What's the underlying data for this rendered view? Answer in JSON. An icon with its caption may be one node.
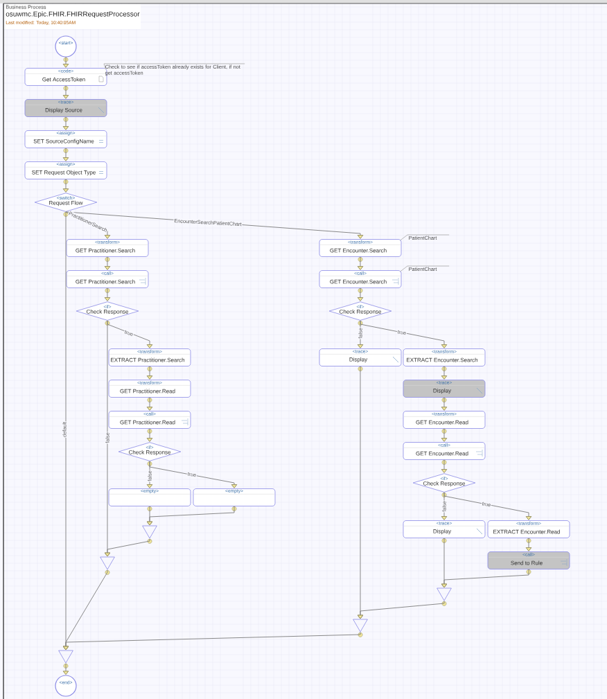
{
  "diagram": {
    "title": "osuwmc.Epic.FHIR.FHIRRequestProcessor",
    "nodes": [
      {
        "text": [
          "<start>"
        ]
      },
      {
        "text": [
          "<code>",
          "Get AccessToken"
        ]
      },
      {
        "text": [
          "<trace>",
          "Display Source"
        ]
      },
      {
        "text": [
          "<assign>",
          "SET SourceConfigName"
        ]
      },
      {
        "text": [
          "<assign>",
          "SET Request Object Type"
        ]
      },
      {
        "text": [
          "<switch>",
          "Request Flow"
        ]
      },
      {
        "text": [
          "<transform>",
          "GET Practitioner.Search"
        ]
      },
      {
        "text": [
          "<call>",
          "GET Practitioner.Search"
        ]
      },
      {
        "text": [
          "<if>",
          "Check Response"
        ]
      },
      {
        "text": [
          "<transform>",
          "EXTRACT Practitioner.Search"
        ]
      },
      {
        "text": [
          "<transform>",
          "GET Practitioner.Read"
        ]
      },
      {
        "text": [
          "<call>",
          "GET Practitioner.Read"
        ]
      },
      {
        "text": [
          "<if>",
          "Check Response"
        ]
      },
      {
        "text": [
          "<empty>"
        ]
      },
      {
        "text": [
          "<empty>"
        ]
      },
      {
        "text": [],
        "shape": "triangle"
      },
      {
        "text": [],
        "shape": "triangle"
      },
      {
        "text": [
          "<transform>",
          "GET Encounter.Search"
        ]
      },
      {
        "text": [
          "<call>",
          "GET Encounter.Search"
        ]
      },
      {
        "text": [
          "<if>",
          "Check Response"
        ]
      },
      {
        "text": [
          "<trace>",
          "Display"
        ]
      },
      {
        "text": [
          "<transform>",
          "EXTRACT Encounter.Search"
        ]
      },
      {
        "text": [
          "<trace>",
          "Display"
        ]
      },
      {
        "text": [
          "<transform>",
          "GET Encounter.Read"
        ]
      },
      {
        "text": [
          "<call>",
          "GET Encounter.Read"
        ]
      },
      {
        "text": [
          "<if>",
          "Check Response"
        ]
      },
      {
        "text": [
          "<trace>",
          "Display"
        ]
      },
      {
        "text": [
          "<transform>",
          "EXTRACT Encounter.Read"
        ]
      },
      {
        "text": [
          "<call>",
          "Send to Rule"
        ]
      },
      {
        "text": [],
        "shape": "triangle"
      },
      {
        "text": [],
        "shape": "triangle"
      },
      {
        "text": [],
        "shape": "triangle"
      },
      {
        "text": [
          "<end>"
        ]
      },
      {
        "text": [
          "Check to see if accessToken already exists for Client, if not get accessToken"
        ]
      },
      {
        "text": [
          "PatientChart"
        ]
      },
      {
        "text": [
          "PatientChart"
        ]
      }
    ],
    "edges": [
      {
        "from": 0,
        "to": 1,
        "arrow": "to"
      },
      {
        "from": 1,
        "to": 2,
        "arrow": "to"
      },
      {
        "from": 2,
        "to": 3,
        "arrow": "to"
      },
      {
        "from": 3,
        "to": 4,
        "arrow": "to"
      },
      {
        "from": 4,
        "to": 5,
        "arrow": "to"
      },
      {
        "from": 5,
        "to": 6,
        "arrow": "to",
        "label": "PractitionerSearch"
      },
      {
        "from": 5,
        "to": 17,
        "arrow": "to",
        "label": "EncounterSearchPatientChart"
      },
      {
        "from": 5,
        "to": 31,
        "arrow": "to",
        "label": "default"
      },
      {
        "from": 6,
        "to": 7,
        "arrow": "to"
      },
      {
        "from": 7,
        "to": 8,
        "arrow": "to"
      },
      {
        "from": 8,
        "to": 9,
        "arrow": "to",
        "label": "true"
      },
      {
        "from": 8,
        "to": 16,
        "arrow": "to",
        "label": "false"
      },
      {
        "from": 9,
        "to": 10,
        "arrow": "to"
      },
      {
        "from": 10,
        "to": 11,
        "arrow": "to"
      },
      {
        "from": 11,
        "to": 12,
        "arrow": "to"
      },
      {
        "from": 12,
        "to": 13,
        "arrow": "to",
        "label": "false"
      },
      {
        "from": 12,
        "to": 14,
        "arrow": "to",
        "label": "true"
      },
      {
        "from": 13,
        "to": 15,
        "arrow": "to"
      },
      {
        "from": 14,
        "to": 15,
        "arrow": "to"
      },
      {
        "from": 15,
        "to": 16,
        "arrow": "to"
      },
      {
        "from": 16,
        "to": 31,
        "arrow": "to"
      },
      {
        "from": 17,
        "to": 18,
        "arrow": "to"
      },
      {
        "from": 18,
        "to": 19,
        "arrow": "to"
      },
      {
        "from": 19,
        "to": 20,
        "arrow": "to",
        "label": "false"
      },
      {
        "from": 19,
        "to": 21,
        "arrow": "to",
        "label": "true"
      },
      {
        "from": 21,
        "to": 22,
        "arrow": "to"
      },
      {
        "from": 22,
        "to": 23,
        "arrow": "to"
      },
      {
        "from": 23,
        "to": 24,
        "arrow": "to"
      },
      {
        "from": 24,
        "to": 25,
        "arrow": "to"
      },
      {
        "from": 25,
        "to": 26,
        "arrow": "to",
        "label": "false"
      },
      {
        "from": 25,
        "to": 27,
        "arrow": "to",
        "label": "true"
      },
      {
        "from": 27,
        "to": 28,
        "arrow": "to"
      },
      {
        "from": 26,
        "to": 29,
        "arrow": "to"
      },
      {
        "from": 28,
        "to": 29,
        "arrow": "to"
      },
      {
        "from": 29,
        "to": 30,
        "arrow": "to"
      },
      {
        "from": 20,
        "to": 30,
        "arrow": "to"
      },
      {
        "from": 30,
        "to": 31,
        "arrow": "to"
      },
      {
        "from": 31,
        "to": 32,
        "arrow": "to"
      },
      {
        "from": 33,
        "to": 1,
        "arrow": "none",
        "color": "#b4b4b4"
      },
      {
        "from": 34,
        "to": 17,
        "arrow": "none",
        "color": "#b4b4b4"
      },
      {
        "from": 35,
        "to": 18,
        "arrow": "none",
        "color": "#b4b4b4"
      }
    ],
    "labels": [
      "Business Process",
      "Last modified: Today, 10:40:05AM"
    ]
  }
}
